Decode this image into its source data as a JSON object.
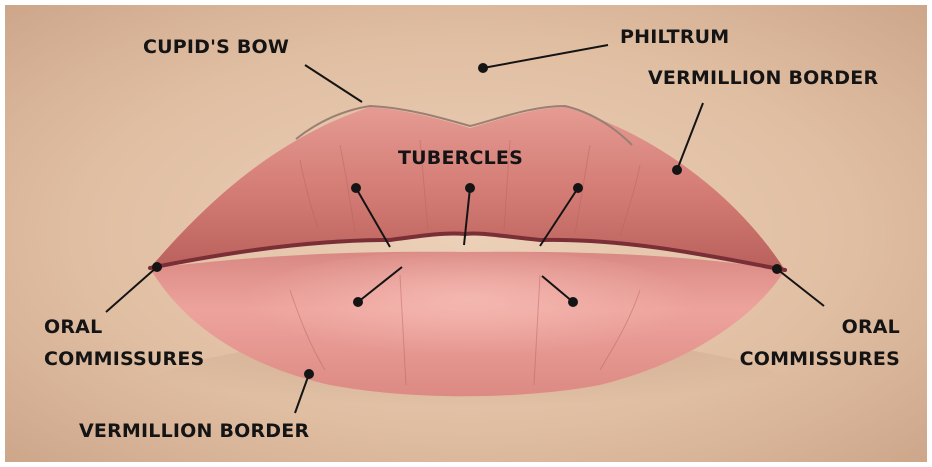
{
  "labels": {
    "cupids_bow": "CUPID'S BOW",
    "philtrum": "PHILTRUM",
    "vermillion_border_top": "VERMILLION BORDER",
    "tubercles": "TUBERCLES",
    "oral_commissures_left": {
      "line1": "ORAL",
      "line2": "COMMISSURES"
    },
    "oral_commissures_right": {
      "line1": "ORAL",
      "line2": "COMMISSURES"
    },
    "vermillion_border_bottom": "VERMILLION BORDER"
  },
  "colors": {
    "skin": "#e4c3a8",
    "lip_upper": "#d9857d",
    "lip_lower": "#e8958f",
    "lip_line": "#7a2f36",
    "label_text": "#141414",
    "leader_line": "#141414"
  }
}
